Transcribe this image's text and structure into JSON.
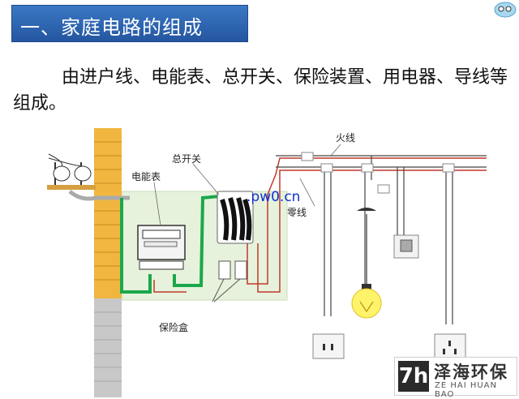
{
  "title": "一、家庭电路的组成",
  "intro": "由进户线、电能表、总开关、保险装置、用电器、导线等组成。",
  "labels": {
    "meter": "电能表",
    "main_switch": "总开关",
    "live_wire": "火线",
    "neutral_wire": "零线",
    "fuse_box": "保险盒"
  },
  "watermark": ".pw0.cn",
  "brand": {
    "logo": "7h",
    "name_cn": "泽海环保",
    "name_en": "ZE HAI HUAN BAO"
  },
  "colors": {
    "title_bg": "#2f67b3",
    "wire_green": "#1aa84a",
    "wire_red": "#c0392b",
    "panel_bg": "#e6f2dc",
    "wall_brick": "#f0b640"
  }
}
